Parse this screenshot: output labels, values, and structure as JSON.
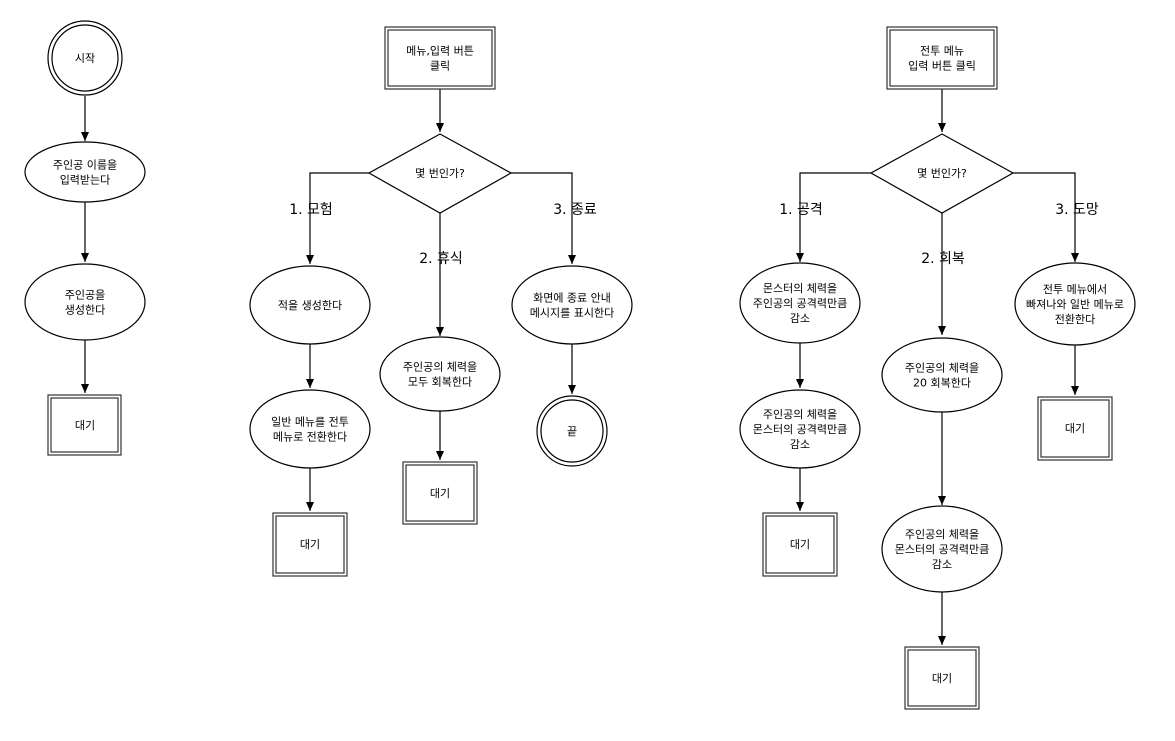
{
  "nodes": {
    "start": "시작",
    "input_name": [
      "주인공 이름을",
      "입력받는다"
    ],
    "create_hero": [
      "주인공을",
      "생성한다"
    ],
    "wait_1": "대기",
    "menu_click": [
      "메뉴,입력 버튼",
      "클릭"
    ],
    "menu_decision": "몇 번인가?",
    "create_enemy": "적을 생성한다",
    "to_battle_menu": [
      "일반 메뉴를 전투",
      "메뉴로 전환한다"
    ],
    "wait_2": "대기",
    "heal_full": [
      "주인공의 체력을",
      "모두 회복한다"
    ],
    "wait_3": "대기",
    "show_exit": [
      "화면에 종료 안내",
      "메시지를 표시한다"
    ],
    "end": "끝",
    "battle_click": [
      "전투 메뉴",
      "입력 버튼 클릭"
    ],
    "battle_decision": "몇 번인가?",
    "attack_1": [
      "몬스터의 체력을",
      "주인공의 공격력만큼",
      "감소"
    ],
    "attack_2": [
      "주인공의 체력을",
      "몬스터의 공격력만큼",
      "감소"
    ],
    "wait_4": "대기",
    "heal_20": [
      "주인공의 체력을",
      "20 회복한다"
    ],
    "heal_damage": [
      "주인공의 체력을",
      "몬스터의 공격력만큼",
      "감소"
    ],
    "wait_5": "대기",
    "escape": [
      "전투 메뉴에서",
      "빠져나와 일반 메뉴로",
      "전환한다"
    ],
    "wait_6": "대기"
  },
  "edge_labels": {
    "adventure": "1. 모험",
    "rest": "2. 휴식",
    "quit": "3. 종료",
    "attack": "1. 공격",
    "recover": "2. 회복",
    "flee": "3. 도망"
  }
}
